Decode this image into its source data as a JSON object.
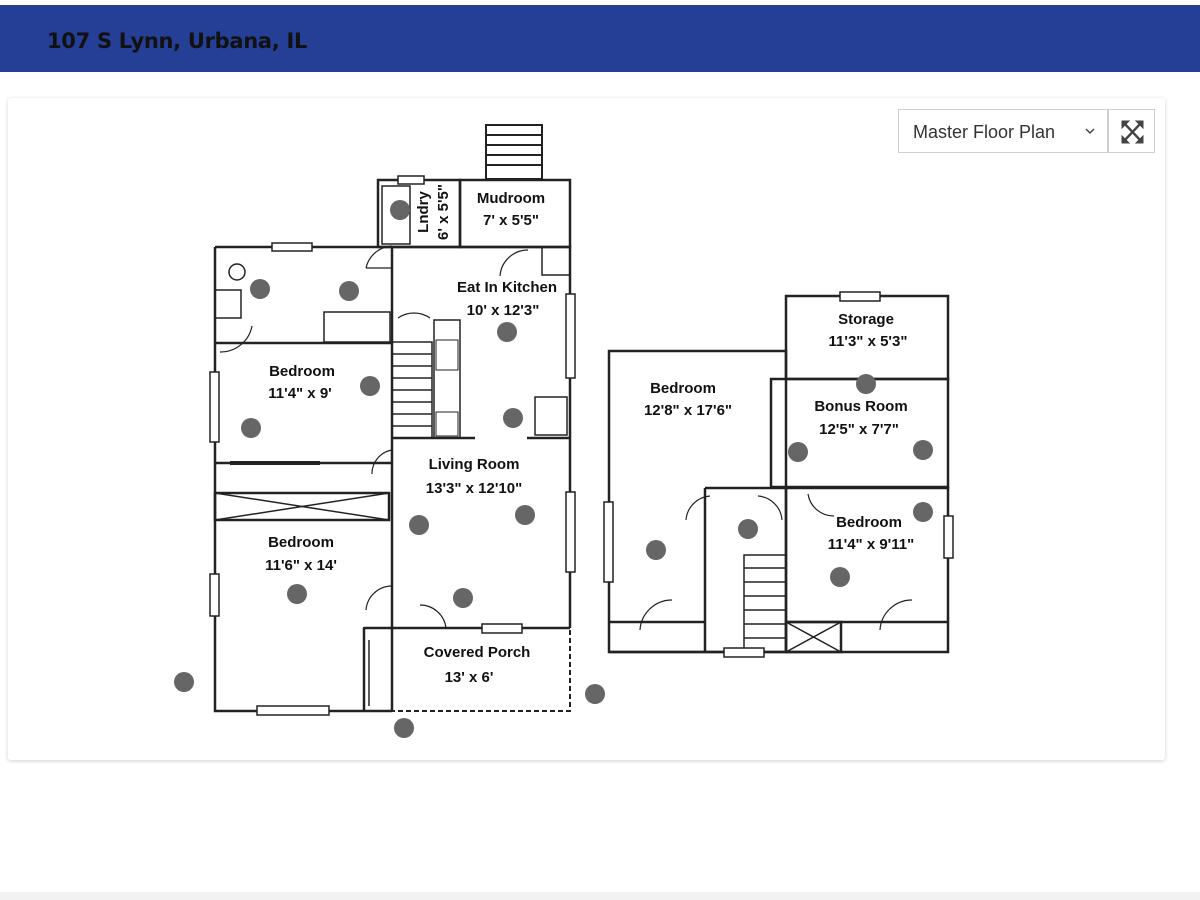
{
  "header": {
    "title": "107 S Lynn, Urbana, IL"
  },
  "controls": {
    "floor_select": "Master Floor Plan",
    "chevron_icon": "chevron-down-icon",
    "expand_icon": "expand-arrows-icon"
  },
  "colors": {
    "header": "#253f96",
    "marker": "#666666"
  },
  "rooms": {
    "laundry": [
      "Lndry",
      "6' x 5'5\""
    ],
    "mudroom": [
      "Mudroom",
      "7' x 5'5\""
    ],
    "kitchen": [
      "Eat In Kitchen",
      "10' x 12'3\""
    ],
    "bedroom1": [
      "Bedroom",
      "11'4\" x 9'"
    ],
    "living": [
      "Living Room",
      "13'3\" x 12'10\""
    ],
    "bedroom2": [
      "Bedroom",
      "11'6\" x 14'"
    ],
    "porch": [
      "Covered Porch",
      "13' x 6'"
    ],
    "storage": [
      "Storage",
      "11'3\" x 5'3\""
    ],
    "bedroom3": [
      "Bedroom",
      "12'8\" x 17'6\""
    ],
    "bonus": [
      "Bonus Room",
      "12'5\" x 7'7\""
    ],
    "bedroom4": [
      "Bedroom",
      "11'4\" x 9'11\""
    ]
  }
}
